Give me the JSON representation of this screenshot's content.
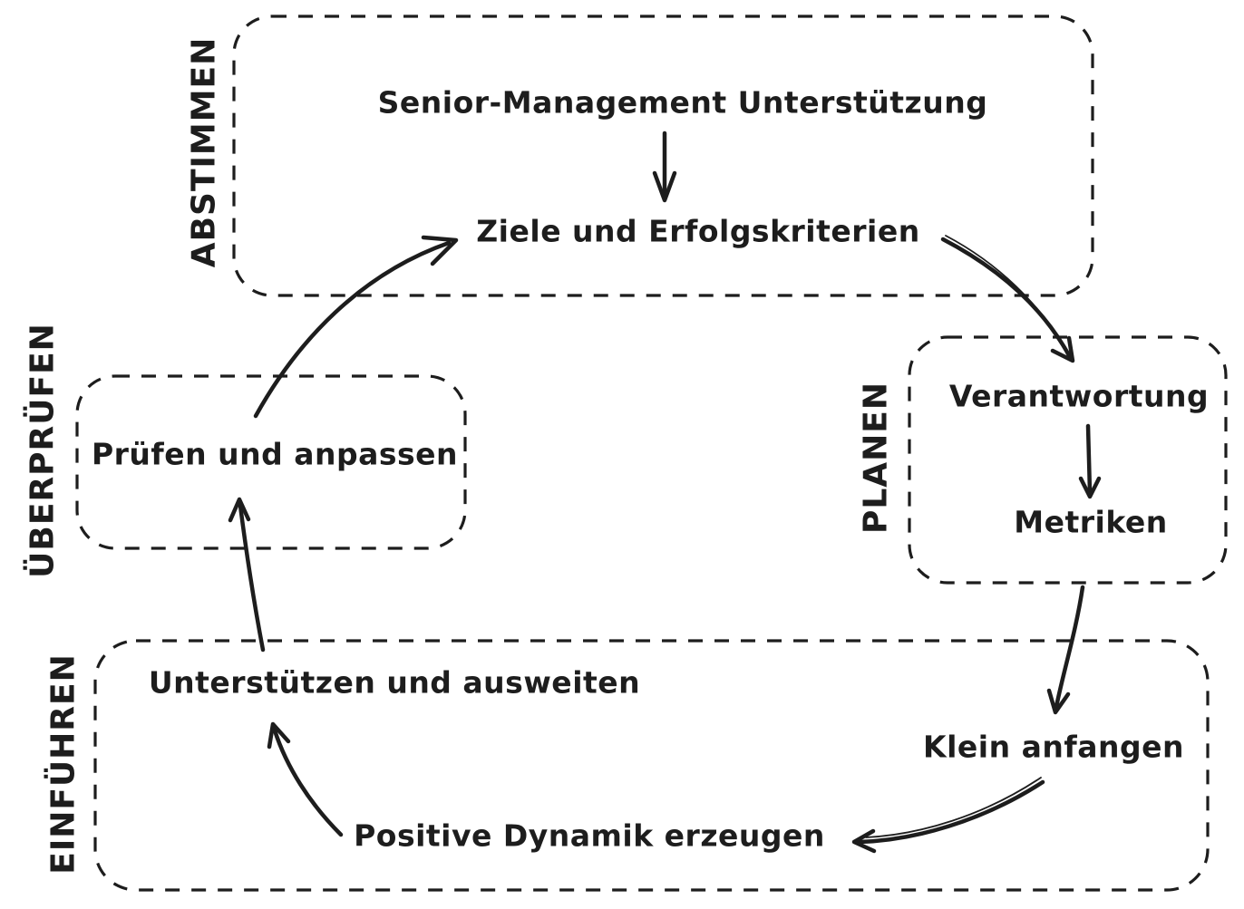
{
  "colors": {
    "ink": "#1d1d1d",
    "background": "#ffffff"
  },
  "phases": {
    "abstimmen": {
      "label": "ABSTIMMEN"
    },
    "planen": {
      "label": "PLANEN"
    },
    "einfuehren": {
      "label": "EINFÜHREN"
    },
    "ueberpruefen": {
      "label": "ÜBERPRÜFEN"
    }
  },
  "nodes": {
    "senior_management": {
      "label": "Senior-Management Unterstützung"
    },
    "ziele": {
      "label": "Ziele und Erfolgskriterien"
    },
    "verantwortung": {
      "label": "Verantwortung"
    },
    "metriken": {
      "label": "Metriken"
    },
    "klein_anfangen": {
      "label": "Klein anfangen"
    },
    "positive_dynamik": {
      "label": "Positive Dynamik erzeugen"
    },
    "unterstuetzen": {
      "label": "Unterstützen und ausweiten"
    },
    "pruefen_anpassen": {
      "label": "Prüfen und anpassen"
    }
  },
  "edges": [
    {
      "from": "Senior-Management Unterstützung",
      "to": "Ziele und Erfolgskriterien"
    },
    {
      "from": "Ziele und Erfolgskriterien",
      "to": "Verantwortung"
    },
    {
      "from": "Verantwortung",
      "to": "Metriken"
    },
    {
      "from": "Metriken",
      "to": "Klein anfangen"
    },
    {
      "from": "Klein anfangen",
      "to": "Positive Dynamik erzeugen"
    },
    {
      "from": "Positive Dynamik erzeugen",
      "to": "Unterstützen und ausweiten"
    },
    {
      "from": "Unterstützen und ausweiten",
      "to": "Prüfen und anpassen"
    },
    {
      "from": "Prüfen und anpassen",
      "to": "Ziele und Erfolgskriterien"
    }
  ]
}
